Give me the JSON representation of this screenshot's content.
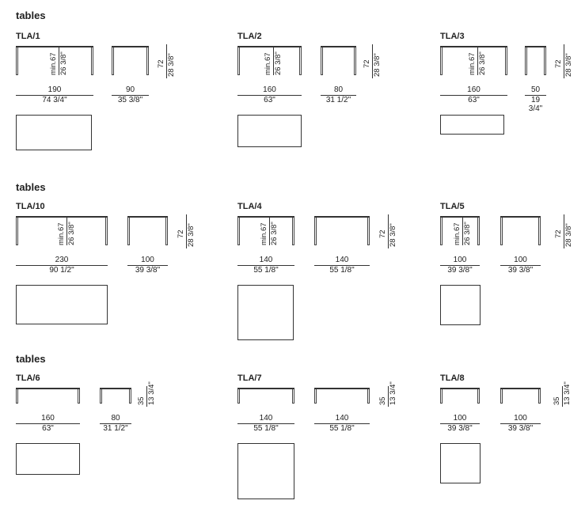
{
  "sections": [
    {
      "title": "tables"
    },
    {
      "title": "tables"
    },
    {
      "title": "tables"
    }
  ],
  "tables": [
    {
      "name": "TLA/1",
      "length_cm": "190",
      "length_in": "74 3/4\"",
      "width_cm": "90",
      "width_in": "35 3/8\"",
      "height_cm": "72",
      "height_in": "28 3/8\"",
      "min_cm": "min.67",
      "min_in": "26 3/8\""
    },
    {
      "name": "TLA/2",
      "length_cm": "160",
      "length_in": "63\"",
      "width_cm": "80",
      "width_in": "31 1/2\"",
      "height_cm": "72",
      "height_in": "28 3/8\"",
      "min_cm": "min.67",
      "min_in": "26 3/8\""
    },
    {
      "name": "TLA/3",
      "length_cm": "160",
      "length_in": "63\"",
      "width_cm": "50",
      "width_in": "19 3/4\"",
      "height_cm": "72",
      "height_in": "28 3/8\"",
      "min_cm": "min.67",
      "min_in": "26 3/8\""
    },
    {
      "name": "TLA/10",
      "length_cm": "230",
      "length_in": "90 1/2\"",
      "width_cm": "100",
      "width_in": "39 3/8\"",
      "height_cm": "72",
      "height_in": "28 3/8\"",
      "min_cm": "min.67",
      "min_in": "26 3/8\""
    },
    {
      "name": "TLA/4",
      "length_cm": "140",
      "length_in": "55 1/8\"",
      "width_cm": "140",
      "width_in": "55 1/8\"",
      "height_cm": "72",
      "height_in": "28 3/8\"",
      "min_cm": "min.67",
      "min_in": "26 3/8\""
    },
    {
      "name": "TLA/5",
      "length_cm": "100",
      "length_in": "39 3/8\"",
      "width_cm": "100",
      "width_in": "39 3/8\"",
      "height_cm": "72",
      "height_in": "28 3/8\"",
      "min_cm": "min.67",
      "min_in": "26 3/8\""
    },
    {
      "name": "TLA/6",
      "length_cm": "160",
      "length_in": "63\"",
      "width_cm": "80",
      "width_in": "31 1/2\"",
      "height_cm": "35",
      "height_in": "13 3/4\""
    },
    {
      "name": "TLA/7",
      "length_cm": "140",
      "length_in": "55 1/8\"",
      "width_cm": "140",
      "width_in": "55 1/8\"",
      "height_cm": "35",
      "height_in": "13 3/4\""
    },
    {
      "name": "TLA/8",
      "length_cm": "100",
      "length_in": "39 3/8\"",
      "width_cm": "100",
      "width_in": "39 3/8\"",
      "height_cm": "35",
      "height_in": "13 3/4\""
    }
  ]
}
